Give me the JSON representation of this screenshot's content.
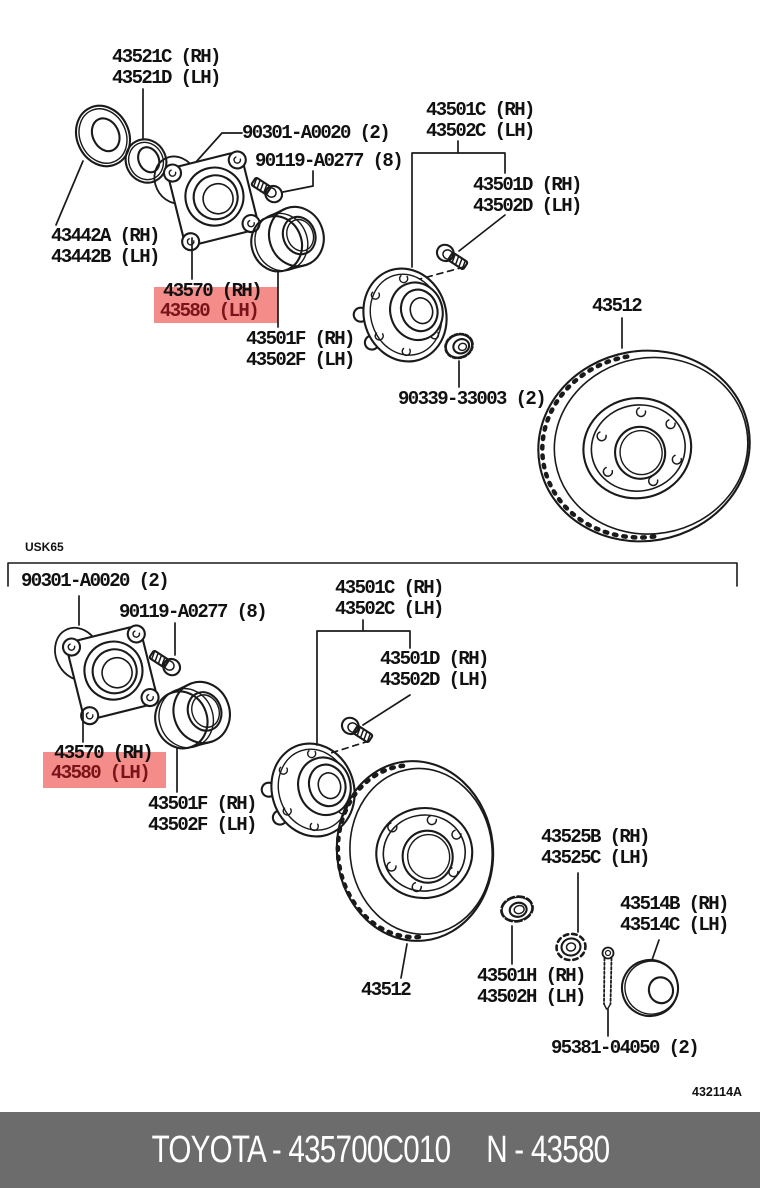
{
  "colors": {
    "line": "#1a1a1a",
    "highlight_bg": "#f48c8a",
    "highlight_text": "#781419",
    "footer_bg": "#6c6c6c",
    "footer_text": "#ffffff"
  },
  "section_code": "USK65",
  "diagram_code": "432114A",
  "footer": {
    "left": "TOYOTA - 435700C010",
    "right": "N - 43580"
  },
  "top_section": {
    "inner_bearing": "43521C (RH)\n43521D (LH)",
    "oring": "90301-A0020 (2)",
    "hub_bolt": "90119-A0277 (8)",
    "oil_seal": "43442A (RH)\n43442B (LH)",
    "knuckle_rh": "43570 (RH)",
    "knuckle_lh": "43580 (LH)",
    "outer_bearing": "43501F (RH)\n43502F (LH)",
    "hub_assy": "43501C (RH)\n43502C (LH)",
    "hub_stud": "43501D (RH)\n43502D (LH)",
    "bearing_cap": "90339-33003 (2)",
    "rotor_disc": "43512"
  },
  "bottom_section": {
    "oring": "90301-A0020 (2)",
    "hub_bolt": "90119-A0277 (8)",
    "knuckle_rh": "43570 (RH)",
    "knuckle_lh": "43580 (LH)",
    "outer_bearing": "43501F (RH)\n43502F (LH)",
    "hub_assy": "43501C (RH)\n43502C (LH)",
    "hub_stud": "43501D (RH)\n43502D (LH)",
    "rotor_disc": "43512",
    "lock_nut": "43501H (RH)\n43502H (LH)",
    "lock_washer": "43525B (RH)\n43525C (LH)",
    "grease_cap": "43514B (RH)\n43514C (LH)",
    "cotter_pin": "95381-04050 (2)"
  }
}
